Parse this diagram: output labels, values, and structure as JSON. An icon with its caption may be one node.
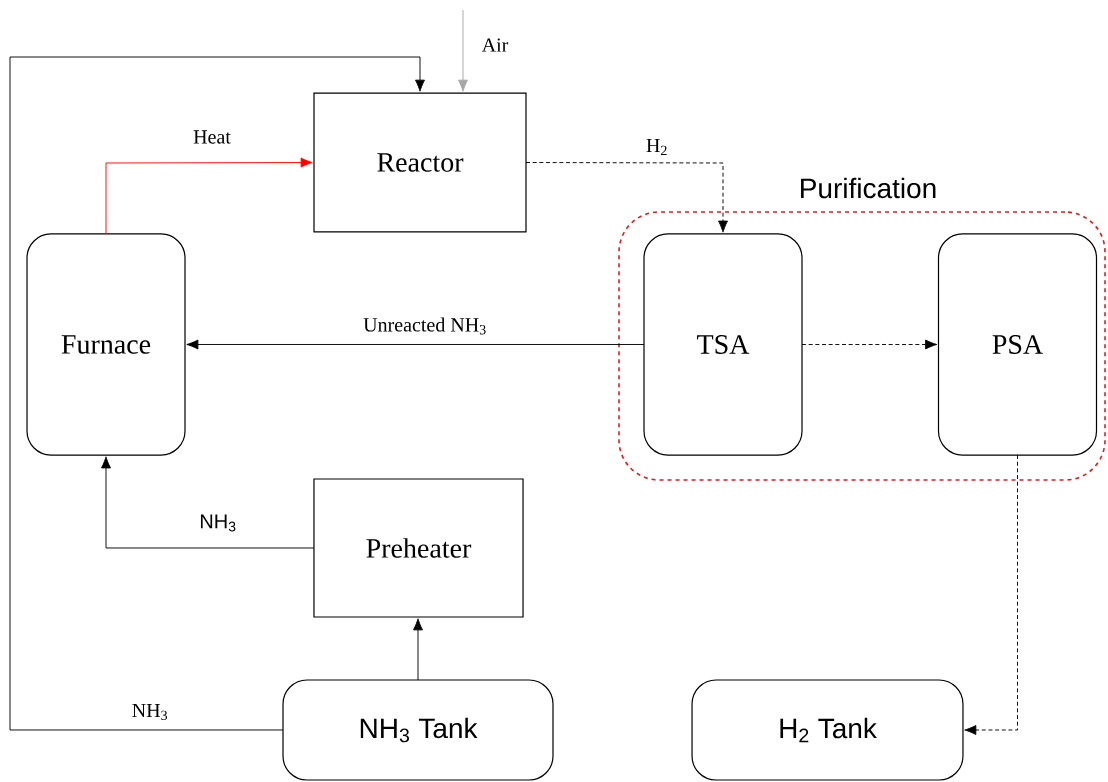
{
  "diagram": {
    "nodes": [
      {
        "text": [
          "Reactor"
        ]
      },
      {
        "text": [
          "Furnace"
        ]
      },
      {
        "text": [
          "Purification"
        ]
      },
      {
        "text": [
          "TSA"
        ],
        "in": 2
      },
      {
        "text": [
          "PSA"
        ],
        "in": 2
      },
      {
        "text": [
          "Preheater"
        ]
      },
      {
        "text": [
          "NH$_{3}$ Tank"
        ]
      },
      {
        "text": [
          "H$_{2}$ Tank"
        ]
      }
    ],
    "edges": [
      {
        "from": null,
        "to": 0,
        "arrow": "to",
        "label": "Air",
        "color": "#a6a6a6"
      },
      {
        "from": 6,
        "to": 0,
        "arrow": "to",
        "label": "NH$_{3}$"
      },
      {
        "from": 1,
        "to": 0,
        "arrow": "to",
        "label": "Heat",
        "color": "#ff0000"
      },
      {
        "from": 0,
        "to": 3,
        "arrow": "to",
        "label": "H$_{2}$",
        "style": "dashed"
      },
      {
        "from": 3,
        "to": 1,
        "arrow": "to",
        "label": "Unreacted NH$_{3}$"
      },
      {
        "from": 3,
        "to": 4,
        "arrow": "to",
        "style": "dashed"
      },
      {
        "from": 4,
        "to": 7,
        "arrow": "to",
        "style": "dashed"
      },
      {
        "from": 5,
        "to": 1,
        "arrow": "to",
        "label": "NH$_{3}$"
      },
      {
        "from": 6,
        "to": 5,
        "arrow": "to"
      }
    ]
  }
}
